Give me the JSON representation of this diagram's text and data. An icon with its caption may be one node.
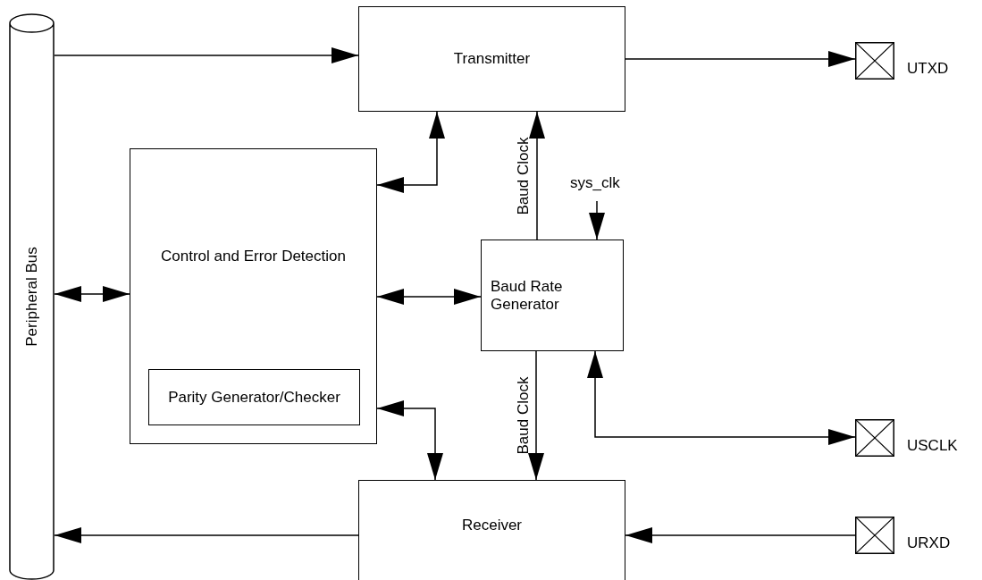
{
  "diagram": {
    "nodes": [
      {
        "text": [
          "Peripheral Bus"
        ]
      },
      {
        "text": [
          "Transmitter"
        ]
      },
      {
        "text": [
          "Control and Error Detection"
        ]
      },
      {
        "text": [
          "Parity Generator/Checker"
        ],
        "in": 2
      },
      {
        "text": [
          "Baud Rate Generator"
        ]
      },
      {
        "text": [
          "Receiver"
        ]
      },
      {
        "text": [],
        "shape": "box",
        "beside": [
          "UTXD"
        ]
      },
      {
        "text": [],
        "shape": "box",
        "beside": [
          "USCLK"
        ]
      },
      {
        "text": [],
        "shape": "box",
        "beside": [
          "URXD"
        ]
      },
      {
        "text": [
          "sys_clk"
        ]
      }
    ],
    "edges": [
      {
        "from": 0,
        "to": 1,
        "arrow": "to"
      },
      {
        "from": 1,
        "to": 6,
        "arrow": "to"
      },
      {
        "from": 2,
        "to": 1,
        "arrow": "both"
      },
      {
        "from": 0,
        "to": 2,
        "arrow": "both"
      },
      {
        "from": 2,
        "to": 4,
        "arrow": "both"
      },
      {
        "from": 4,
        "to": 1,
        "arrow": "to",
        "label": "Baud Clock"
      },
      {
        "from": 9,
        "to": 4,
        "arrow": "to"
      },
      {
        "from": 4,
        "to": 5,
        "arrow": "to",
        "label": "Baud Clock"
      },
      {
        "from": 2,
        "to": 5,
        "arrow": "both"
      },
      {
        "from": 4,
        "to": 7,
        "arrow": "both"
      },
      {
        "from": 8,
        "to": 5,
        "arrow": "to"
      },
      {
        "from": 5,
        "to": 0,
        "arrow": "to"
      }
    ]
  }
}
